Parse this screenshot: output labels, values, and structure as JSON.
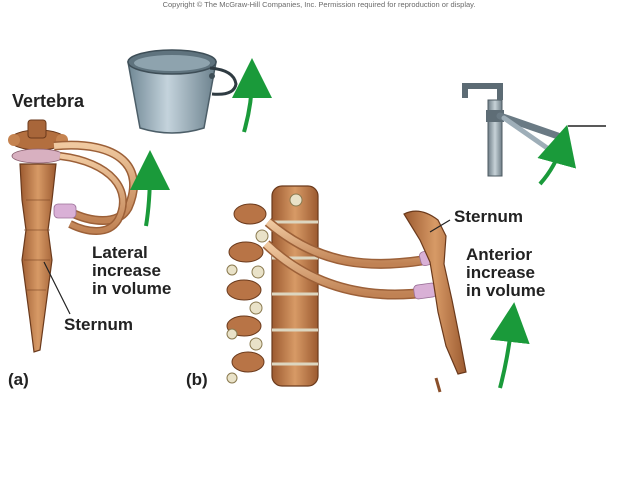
{
  "copyright": "Copyright © The McGraw-Hill Companies, Inc. Permission required for reproduction or display.",
  "panel_a": {
    "label": "(a)",
    "vertebra_label": "Vertebra",
    "sternum_label": "Sternum",
    "lateral_lines": [
      "Lateral",
      "increase",
      "in volume"
    ],
    "analogy_icon": "bucket-handle-icon"
  },
  "panel_b": {
    "label": "(b)",
    "sternum_label": "Sternum",
    "anterior_lines": [
      "Anterior",
      "increase",
      "in volume"
    ],
    "analogy_icon": "pump-handle-icon"
  },
  "colors": {
    "bone": "#c98a5a",
    "bone_dark": "#8a4f2a",
    "cartilage": "#d8b2d8",
    "arrow": "#1a9a3a",
    "bucket": "#8fa6b3",
    "text": "#222222"
  }
}
